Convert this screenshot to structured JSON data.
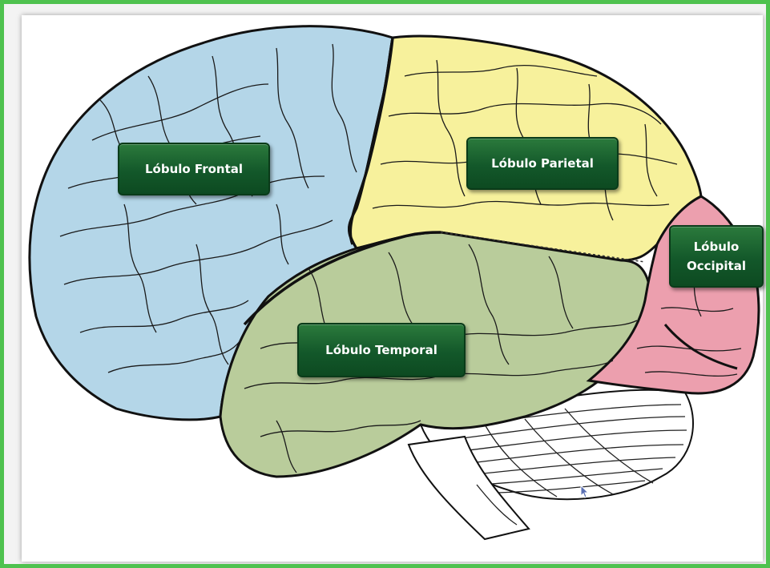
{
  "labels": {
    "frontal": "Lóbulo Frontal",
    "parietal": "Lóbulo Parietal",
    "occipital": "Lóbulo\nOccipital",
    "temporal": "Lóbulo Temporal"
  },
  "colors": {
    "frontal": "#b4d6e8",
    "parietal": "#f7f19c",
    "temporal": "#b9cc9b",
    "occipital": "#ec9fae",
    "label_green": "#13582a",
    "frame_green": "#4fc24f"
  },
  "icons": {
    "cursor": "mouse-pointer-icon"
  }
}
